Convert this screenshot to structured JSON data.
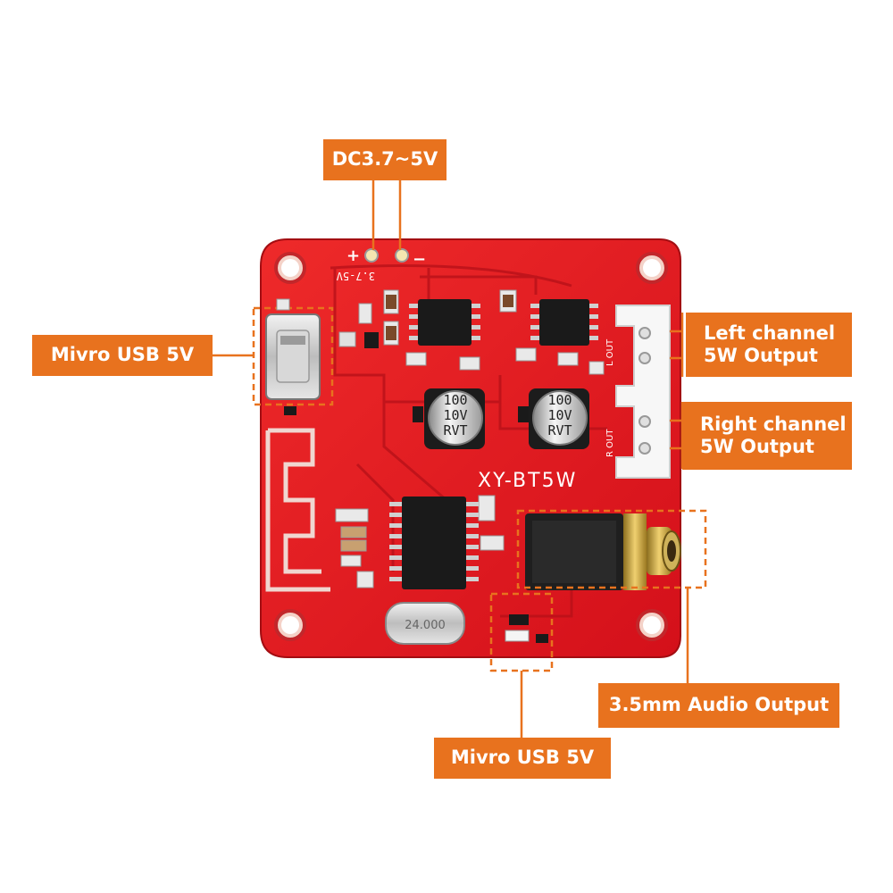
{
  "board": {
    "silkscreen": {
      "model": "XY-BT5W",
      "voltage": "3.7-5V",
      "plus": "+",
      "minus": "−",
      "l_out": "L OUT",
      "r_out": "R OUT"
    },
    "capacitor": {
      "line1": "100",
      "line2": "10V",
      "line3": "RVT"
    },
    "crystal": "24.000"
  },
  "labels": {
    "dc_input": "DC3.7~5V",
    "usb_left": "Mivro USB 5V",
    "left_channel": {
      "line1": "Left channel",
      "line2": "5W Output"
    },
    "right_channel": {
      "line1": "Right channel",
      "line2": "5W Output"
    },
    "audio_output": "3.5mm Audio Output",
    "usb_bottom": "Mivro USB 5V"
  },
  "colors": {
    "callout": "#e8721e",
    "pcb": "#e0141c",
    "pcb_dark": "#b50d14",
    "connector": "#ffffff"
  }
}
